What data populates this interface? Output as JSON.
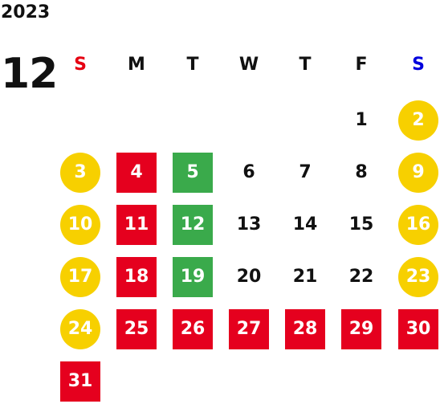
{
  "calendar": {
    "year": "2023",
    "month": "12",
    "colors": {
      "sunday_label": "#e60012",
      "saturday_label": "#0000dd",
      "weekday_label": "#111111",
      "holiday_circle": "#f7d000",
      "red_box": "#e5001e",
      "green_box": "#3aaa4b",
      "plain_text": "#111111",
      "marked_text": "#ffffff"
    },
    "weekdays": [
      {
        "label": "S",
        "type": "sunday"
      },
      {
        "label": "M",
        "type": "weekday"
      },
      {
        "label": "T",
        "type": "weekday"
      },
      {
        "label": "W",
        "type": "weekday"
      },
      {
        "label": "T",
        "type": "weekday"
      },
      {
        "label": "F",
        "type": "weekday"
      },
      {
        "label": "S",
        "type": "saturday"
      }
    ],
    "days": [
      {
        "day": "1",
        "col": 5,
        "row": 0,
        "style": "plain"
      },
      {
        "day": "2",
        "col": 6,
        "row": 0,
        "style": "circle"
      },
      {
        "day": "3",
        "col": 0,
        "row": 1,
        "style": "circle"
      },
      {
        "day": "4",
        "col": 1,
        "row": 1,
        "style": "red"
      },
      {
        "day": "5",
        "col": 2,
        "row": 1,
        "style": "green"
      },
      {
        "day": "6",
        "col": 3,
        "row": 1,
        "style": "plain"
      },
      {
        "day": "7",
        "col": 4,
        "row": 1,
        "style": "plain"
      },
      {
        "day": "8",
        "col": 5,
        "row": 1,
        "style": "plain"
      },
      {
        "day": "9",
        "col": 6,
        "row": 1,
        "style": "circle"
      },
      {
        "day": "10",
        "col": 0,
        "row": 2,
        "style": "circle"
      },
      {
        "day": "11",
        "col": 1,
        "row": 2,
        "style": "red"
      },
      {
        "day": "12",
        "col": 2,
        "row": 2,
        "style": "green"
      },
      {
        "day": "13",
        "col": 3,
        "row": 2,
        "style": "plain"
      },
      {
        "day": "14",
        "col": 4,
        "row": 2,
        "style": "plain"
      },
      {
        "day": "15",
        "col": 5,
        "row": 2,
        "style": "plain"
      },
      {
        "day": "16",
        "col": 6,
        "row": 2,
        "style": "circle"
      },
      {
        "day": "17",
        "col": 0,
        "row": 3,
        "style": "circle"
      },
      {
        "day": "18",
        "col": 1,
        "row": 3,
        "style": "red"
      },
      {
        "day": "19",
        "col": 2,
        "row": 3,
        "style": "green"
      },
      {
        "day": "20",
        "col": 3,
        "row": 3,
        "style": "plain"
      },
      {
        "day": "21",
        "col": 4,
        "row": 3,
        "style": "plain"
      },
      {
        "day": "22",
        "col": 5,
        "row": 3,
        "style": "plain"
      },
      {
        "day": "23",
        "col": 6,
        "row": 3,
        "style": "circle"
      },
      {
        "day": "24",
        "col": 0,
        "row": 4,
        "style": "circle"
      },
      {
        "day": "25",
        "col": 1,
        "row": 4,
        "style": "red"
      },
      {
        "day": "26",
        "col": 2,
        "row": 4,
        "style": "red"
      },
      {
        "day": "27",
        "col": 3,
        "row": 4,
        "style": "red"
      },
      {
        "day": "28",
        "col": 4,
        "row": 4,
        "style": "red"
      },
      {
        "day": "29",
        "col": 5,
        "row": 4,
        "style": "red"
      },
      {
        "day": "30",
        "col": 6,
        "row": 4,
        "style": "red"
      },
      {
        "day": "31",
        "col": 0,
        "row": 5,
        "style": "red"
      }
    ]
  }
}
